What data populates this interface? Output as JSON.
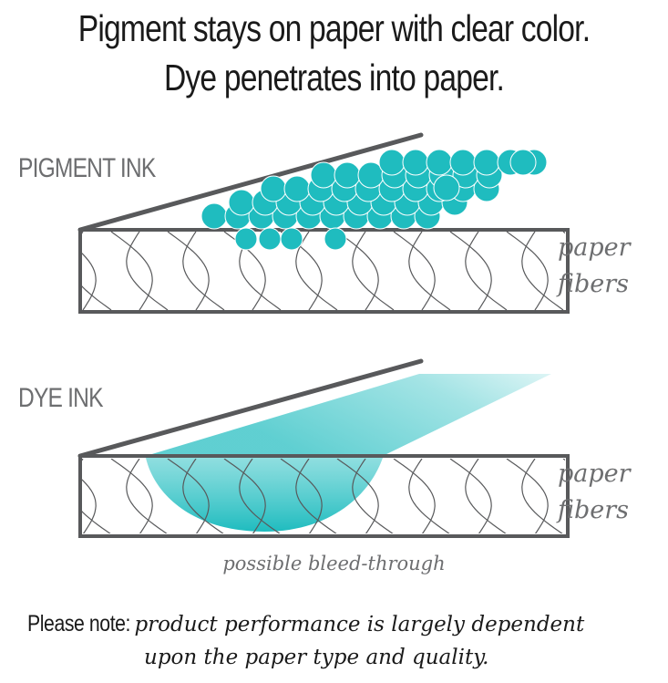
{
  "headline": {
    "line1": "Pigment stays on paper with clear color.",
    "line2": "Dye penetrates into paper."
  },
  "pigment_section": {
    "label": "PIGMENT INK",
    "fiber_label_line1": "paper",
    "fiber_label_line2": "fibers"
  },
  "dye_section": {
    "label": "DYE INK",
    "fiber_label_line1": "paper",
    "fiber_label_line2": "fibers",
    "bleed_label": "possible bleed-through"
  },
  "note": {
    "label": "Please note:",
    "text_line1": "product performance is largely dependent",
    "text_line2": "upon the paper type and quality."
  },
  "colors": {
    "ink_teal": "#1fbcbf",
    "line_gray": "#58595b",
    "text_gray": "#6d6e70",
    "text_dark": "#1a1a1a"
  }
}
